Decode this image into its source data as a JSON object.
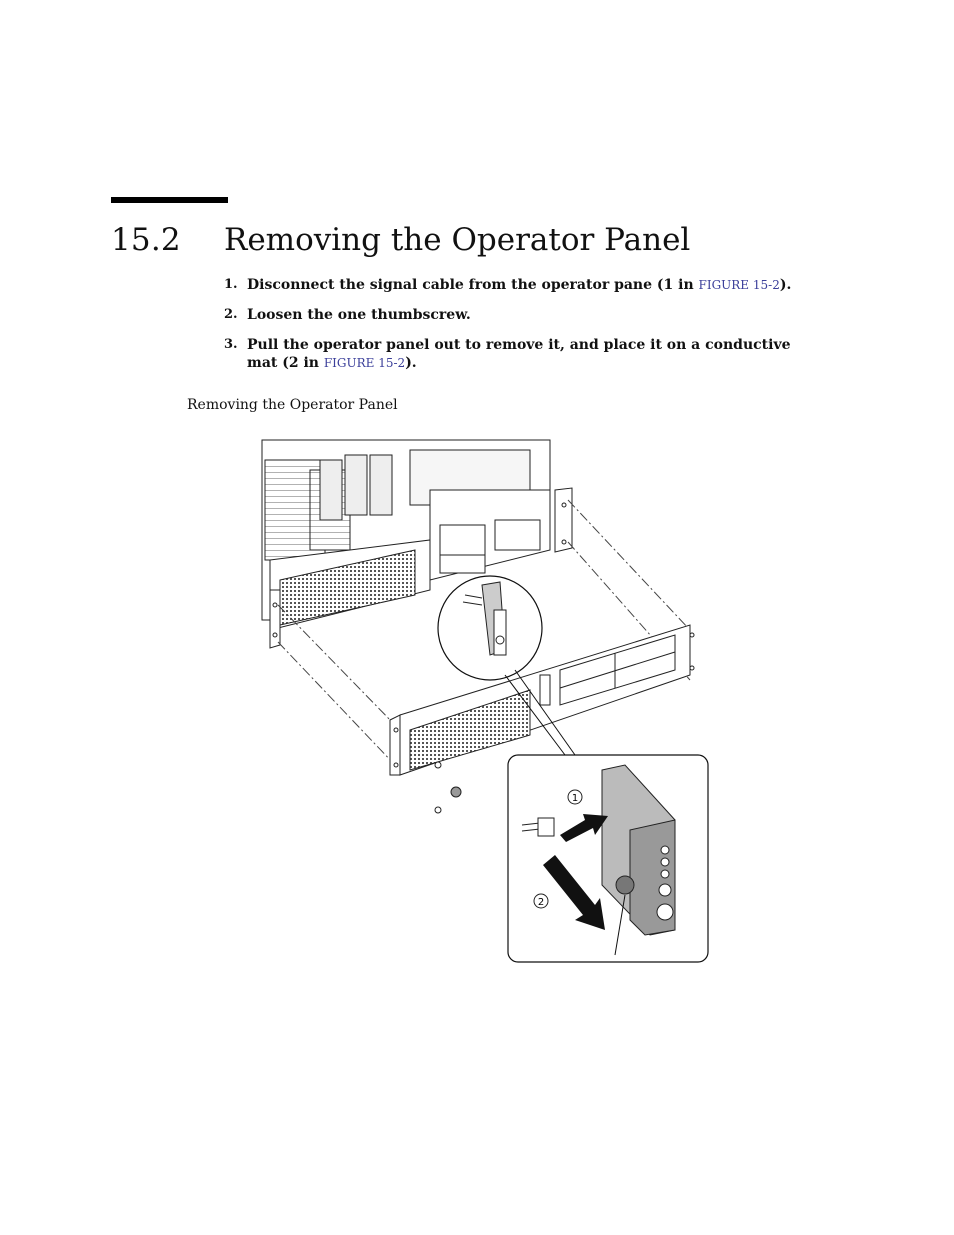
{
  "section": {
    "number": "15.2",
    "title": "Removing the Operator Panel"
  },
  "steps": [
    {
      "num": "1.",
      "before": "Disconnect the signal cable from the operator pane (1 in ",
      "ref": "FIGURE 15-2",
      "after": ")."
    },
    {
      "num": "2.",
      "text": "Loosen the one thumbscrew."
    },
    {
      "num": "3.",
      "before": "Pull the operator panel out to remove it, and place it on a conductive mat (2 in ",
      "ref": "FIGURE 15-2",
      "after": ")."
    }
  ],
  "figure": {
    "caption": "Removing the Operator Panel",
    "callouts": [
      "1",
      "2"
    ]
  }
}
